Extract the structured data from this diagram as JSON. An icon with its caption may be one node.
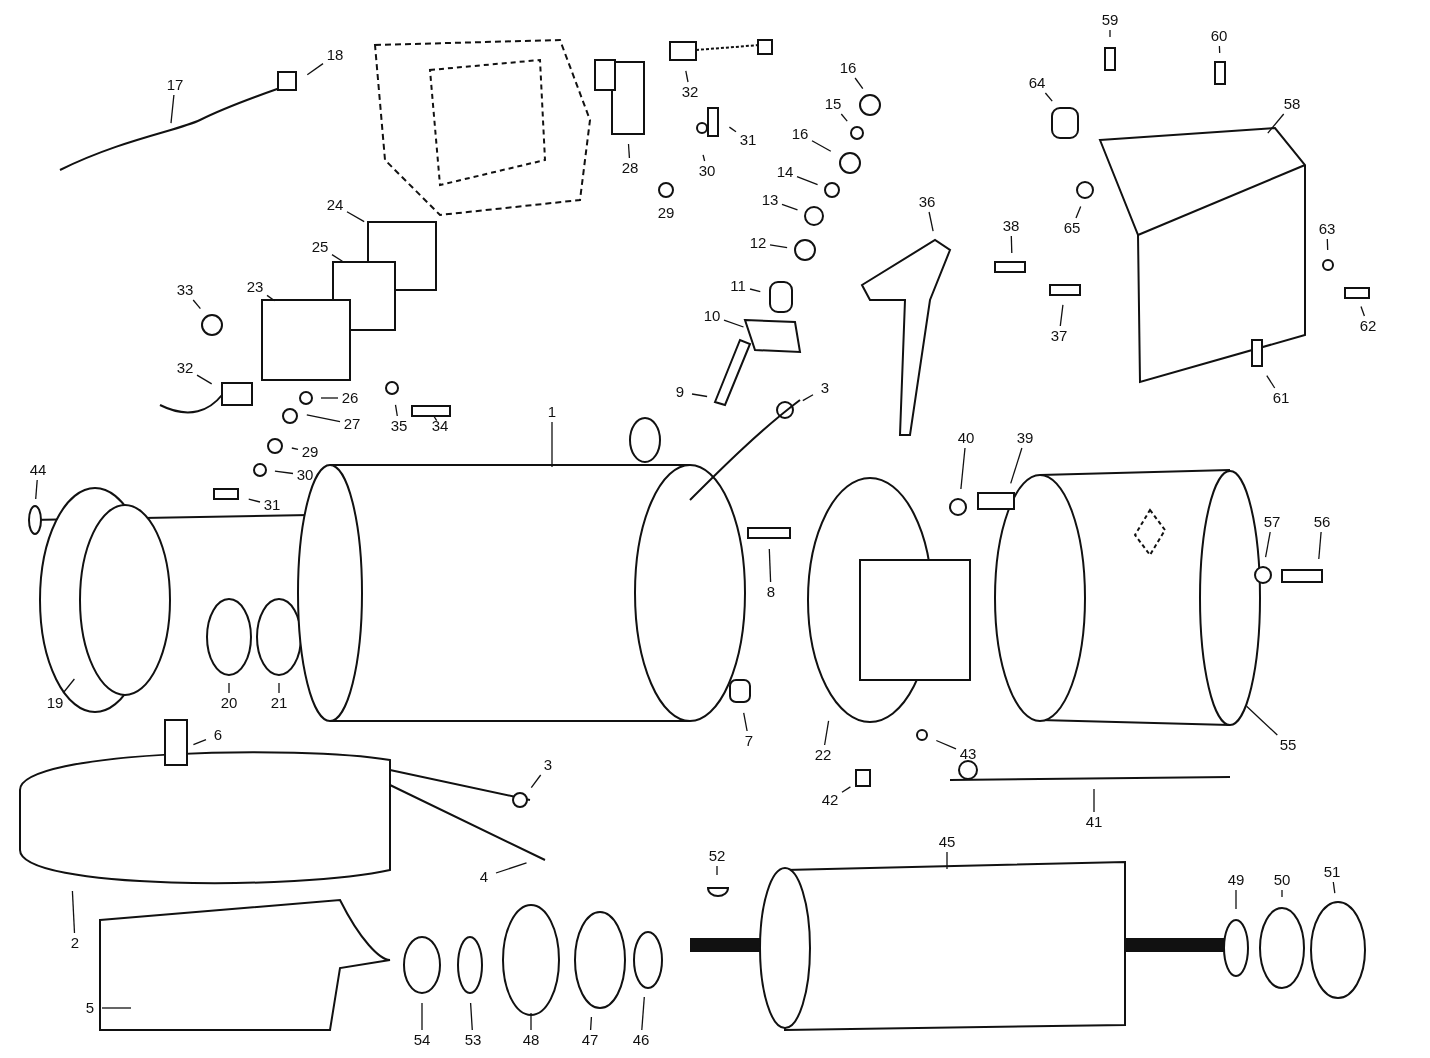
{
  "diagram": {
    "nodes": [
      {
        "text": [
          "17"
        ]
      },
      {
        "text": [
          "18"
        ]
      },
      {
        "text": [
          "32"
        ]
      },
      {
        "text": [
          "28"
        ]
      },
      {
        "text": [
          "29"
        ]
      },
      {
        "text": [
          "30"
        ]
      },
      {
        "text": [
          "31"
        ]
      },
      {
        "text": [
          "16"
        ]
      },
      {
        "text": [
          "15"
        ]
      },
      {
        "text": [
          "16"
        ]
      },
      {
        "text": [
          "14"
        ]
      },
      {
        "text": [
          "13"
        ]
      },
      {
        "text": [
          "12"
        ]
      },
      {
        "text": [
          "11"
        ]
      },
      {
        "text": [
          "10"
        ]
      },
      {
        "text": [
          "9"
        ]
      },
      {
        "text": [
          "3"
        ]
      },
      {
        "text": [
          "24"
        ]
      },
      {
        "text": [
          "25"
        ]
      },
      {
        "text": [
          "23"
        ]
      },
      {
        "text": [
          "33"
        ]
      },
      {
        "text": [
          "32"
        ]
      },
      {
        "text": [
          "26"
        ]
      },
      {
        "text": [
          "27"
        ]
      },
      {
        "text": [
          "29"
        ]
      },
      {
        "text": [
          "30"
        ]
      },
      {
        "text": [
          "31"
        ]
      },
      {
        "text": [
          "35"
        ]
      },
      {
        "text": [
          "34"
        ]
      },
      {
        "text": [
          "1"
        ]
      },
      {
        "text": [
          "44"
        ]
      },
      {
        "text": [
          "19"
        ]
      },
      {
        "text": [
          "20"
        ]
      },
      {
        "text": [
          "21"
        ]
      },
      {
        "text": [
          "6"
        ]
      },
      {
        "text": [
          "3"
        ]
      },
      {
        "text": [
          "4"
        ]
      },
      {
        "text": [
          "2"
        ]
      },
      {
        "text": [
          "5"
        ]
      },
      {
        "text": [
          "7"
        ]
      },
      {
        "text": [
          "8"
        ]
      },
      {
        "text": [
          "22"
        ]
      },
      {
        "text": [
          "43"
        ]
      },
      {
        "text": [
          "42"
        ]
      },
      {
        "text": [
          "41"
        ]
      },
      {
        "text": [
          "36"
        ]
      },
      {
        "text": [
          "38"
        ]
      },
      {
        "text": [
          "37"
        ]
      },
      {
        "text": [
          "40"
        ]
      },
      {
        "text": [
          "39"
        ]
      },
      {
        "text": [
          "59"
        ]
      },
      {
        "text": [
          "60"
        ]
      },
      {
        "text": [
          "64"
        ]
      },
      {
        "text": [
          "65"
        ]
      },
      {
        "text": [
          "58"
        ]
      },
      {
        "text": [
          "63"
        ]
      },
      {
        "text": [
          "62"
        ]
      },
      {
        "text": [
          "61"
        ]
      },
      {
        "text": [
          "57"
        ]
      },
      {
        "text": [
          "56"
        ]
      },
      {
        "text": [
          "55"
        ]
      },
      {
        "text": [
          "52"
        ]
      },
      {
        "text": [
          "45"
        ]
      },
      {
        "text": [
          "49"
        ]
      },
      {
        "text": [
          "50"
        ]
      },
      {
        "text": [
          "51"
        ]
      },
      {
        "text": [
          "54"
        ]
      },
      {
        "text": [
          "53"
        ]
      },
      {
        "text": [
          "48"
        ]
      },
      {
        "text": [
          "47"
        ]
      },
      {
        "text": [
          "46"
        ]
      }
    ],
    "edges": [
      {
        "from": 0,
        "to": null,
        "arrow": "none"
      },
      {
        "from": 1,
        "to": null,
        "arrow": "none"
      },
      {
        "from": 2,
        "to": null,
        "arrow": "none"
      },
      {
        "from": 3,
        "to": null,
        "arrow": "none"
      },
      {
        "from": 5,
        "to": null,
        "arrow": "none"
      },
      {
        "from": 6,
        "to": null,
        "arrow": "none"
      },
      {
        "from": 7,
        "to": null,
        "arrow": "none"
      },
      {
        "from": 8,
        "to": null,
        "arrow": "none"
      },
      {
        "from": 9,
        "to": null,
        "arrow": "none"
      },
      {
        "from": 10,
        "to": null,
        "arrow": "none"
      },
      {
        "from": 11,
        "to": null,
        "arrow": "none"
      },
      {
        "from": 12,
        "to": null,
        "arrow": "none"
      },
      {
        "from": 13,
        "to": null,
        "arrow": "none"
      },
      {
        "from": 14,
        "to": null,
        "arrow": "none"
      },
      {
        "from": 15,
        "to": null,
        "arrow": "none"
      },
      {
        "from": 16,
        "to": null,
        "arrow": "none"
      },
      {
        "from": 17,
        "to": null,
        "arrow": "none"
      },
      {
        "from": 18,
        "to": null,
        "arrow": "none"
      },
      {
        "from": 19,
        "to": null,
        "arrow": "none"
      },
      {
        "from": 20,
        "to": null,
        "arrow": "none"
      },
      {
        "from": 21,
        "to": null,
        "arrow": "none"
      },
      {
        "from": 22,
        "to": null,
        "arrow": "none"
      },
      {
        "from": 23,
        "to": null,
        "arrow": "none"
      },
      {
        "from": 24,
        "to": null,
        "arrow": "none"
      },
      {
        "from": 25,
        "to": null,
        "arrow": "none"
      },
      {
        "from": 26,
        "to": null,
        "arrow": "none"
      },
      {
        "from": 27,
        "to": null,
        "arrow": "none"
      },
      {
        "from": 28,
        "to": null,
        "arrow": "none"
      },
      {
        "from": 29,
        "to": null,
        "arrow": "none"
      },
      {
        "from": 30,
        "to": null,
        "arrow": "none"
      },
      {
        "from": 31,
        "to": null,
        "arrow": "none"
      },
      {
        "from": 32,
        "to": null,
        "arrow": "none"
      },
      {
        "from": 33,
        "to": null,
        "arrow": "none"
      },
      {
        "from": 34,
        "to": null,
        "arrow": "none"
      },
      {
        "from": 35,
        "to": null,
        "arrow": "none"
      },
      {
        "from": 36,
        "to": null,
        "arrow": "none"
      },
      {
        "from": 37,
        "to": null,
        "arrow": "none"
      },
      {
        "from": 38,
        "to": null,
        "arrow": "none"
      },
      {
        "from": 39,
        "to": null,
        "arrow": "none"
      },
      {
        "from": 40,
        "to": null,
        "arrow": "none"
      },
      {
        "from": 41,
        "to": null,
        "arrow": "none"
      },
      {
        "from": 42,
        "to": null,
        "arrow": "none"
      },
      {
        "from": 43,
        "to": null,
        "arrow": "none"
      },
      {
        "from": 44,
        "to": null,
        "arrow": "none"
      },
      {
        "from": 45,
        "to": null,
        "arrow": "none"
      },
      {
        "from": 46,
        "to": null,
        "arrow": "none"
      },
      {
        "from": 47,
        "to": null,
        "arrow": "none"
      },
      {
        "from": 48,
        "to": null,
        "arrow": "none"
      },
      {
        "from": 49,
        "to": null,
        "arrow": "none"
      },
      {
        "from": 50,
        "to": null,
        "arrow": "none"
      },
      {
        "from": 51,
        "to": null,
        "arrow": "none"
      },
      {
        "from": 52,
        "to": null,
        "arrow": "none"
      },
      {
        "from": 53,
        "to": null,
        "arrow": "none"
      },
      {
        "from": 54,
        "to": null,
        "arrow": "none"
      },
      {
        "from": 55,
        "to": null,
        "arrow": "none"
      },
      {
        "from": 56,
        "to": null,
        "arrow": "none"
      },
      {
        "from": 57,
        "to": null,
        "arrow": "none"
      },
      {
        "from": 58,
        "to": null,
        "arrow": "none"
      },
      {
        "from": 59,
        "to": null,
        "arrow": "none"
      },
      {
        "from": 60,
        "to": null,
        "arrow": "none"
      },
      {
        "from": 61,
        "to": null,
        "arrow": "none"
      },
      {
        "from": 62,
        "to": null,
        "arrow": "none"
      },
      {
        "from": 63,
        "to": null,
        "arrow": "none"
      },
      {
        "from": 64,
        "to": null,
        "arrow": "none"
      },
      {
        "from": 65,
        "to": null,
        "arrow": "none"
      },
      {
        "from": 66,
        "to": null,
        "arrow": "none"
      },
      {
        "from": 67,
        "to": null,
        "arrow": "none"
      },
      {
        "from": 68,
        "to": null,
        "arrow": "none"
      },
      {
        "from": 69,
        "to": null,
        "arrow": "none"
      },
      {
        "from": 70,
        "to": null,
        "arrow": "none"
      }
    ]
  }
}
